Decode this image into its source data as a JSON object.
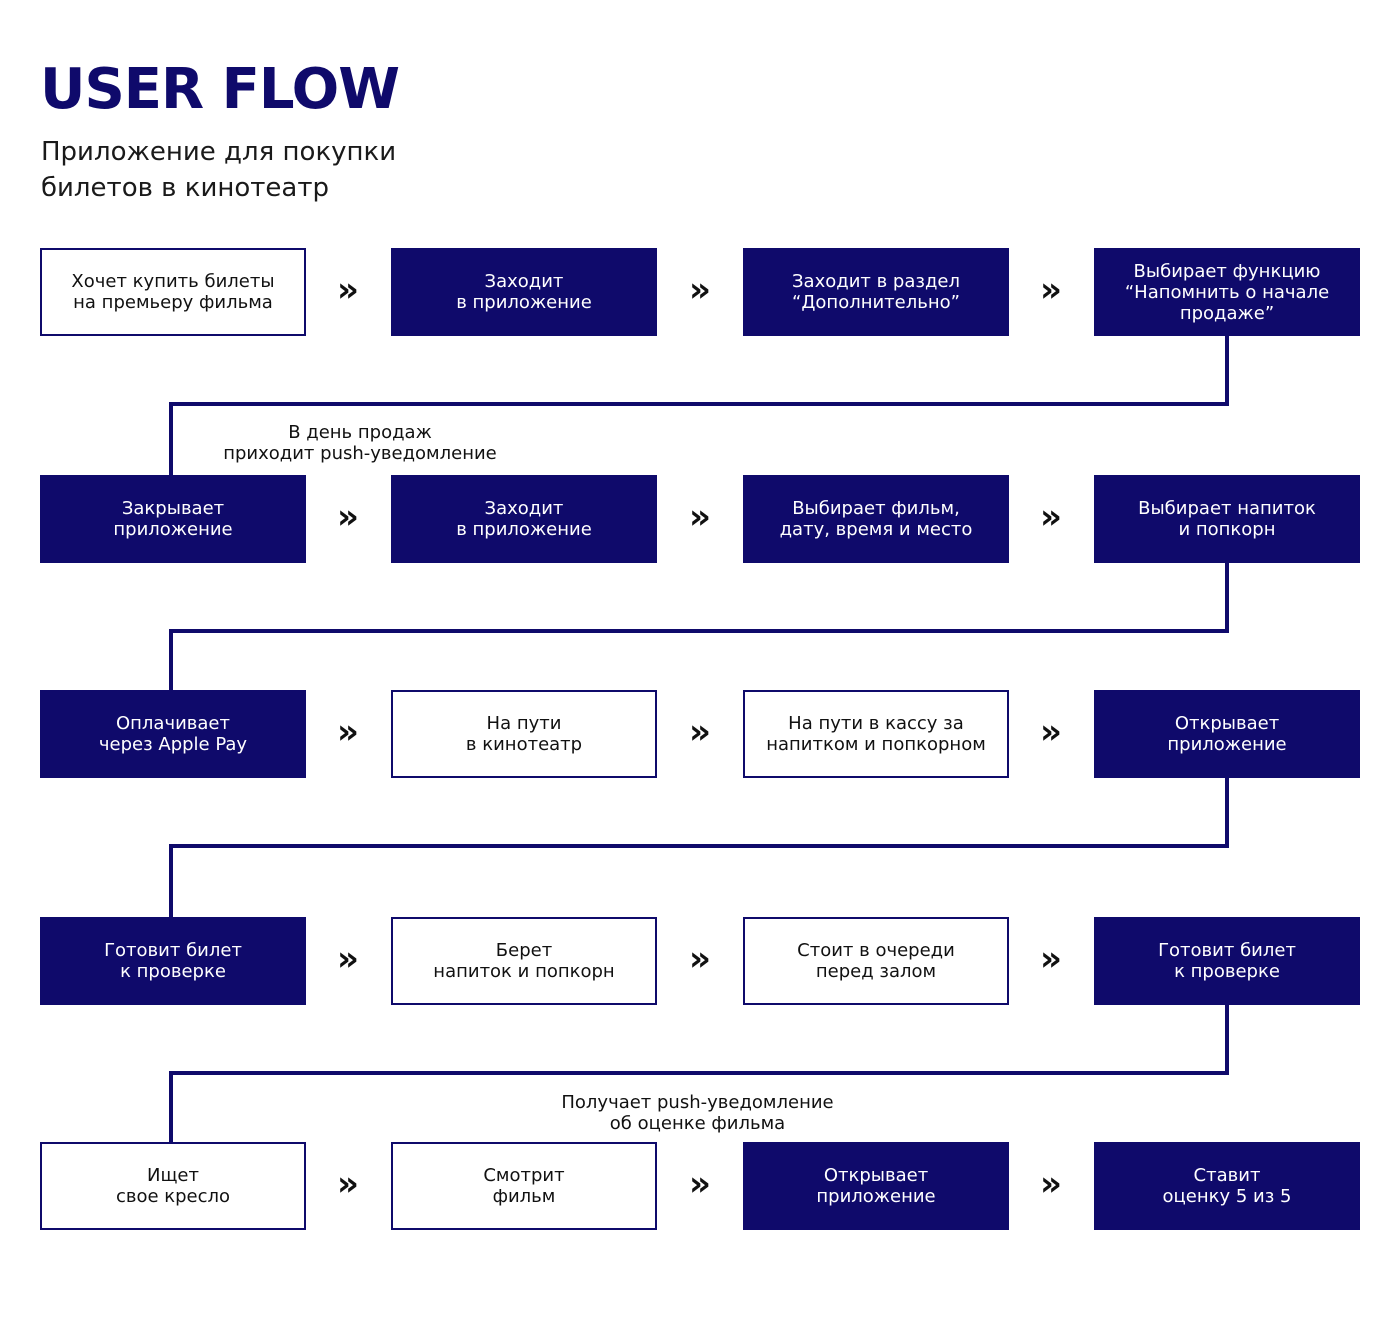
{
  "header": {
    "title": "USER FLOW",
    "subtitle": "Приложение для покупки билетов в кинотеатр"
  },
  "colors": {
    "accent": "#0f0a6b",
    "text": "#111111",
    "background": "#ffffff"
  },
  "arrow_symbol": "»",
  "rows": [
    [
      {
        "text": "Хочет купить билеты\nна премьеру фильма",
        "style": "light"
      },
      {
        "text": "Заходит\nв приложение",
        "style": "dark"
      },
      {
        "text": "Заходит в раздел\n“Дополнительно”",
        "style": "dark"
      },
      {
        "text": "Выбирает функцию\n“Напомнить о начале\nпродаже”",
        "style": "dark"
      }
    ],
    [
      {
        "text": "Закрывает\nприложение",
        "style": "dark"
      },
      {
        "text": "Заходит\nв приложение",
        "style": "dark"
      },
      {
        "text": "Выбирает фильм,\nдату, время и место",
        "style": "dark"
      },
      {
        "text": "Выбирает напиток\nи попкорн",
        "style": "dark"
      }
    ],
    [
      {
        "text": "Оплачивает\nчерез Apple Pay",
        "style": "dark"
      },
      {
        "text": "На пути\nв кинотеатр",
        "style": "light"
      },
      {
        "text": "На пути в кассу за\nнапитком и попкорном",
        "style": "light"
      },
      {
        "text": "Открывает\nприложение",
        "style": "dark"
      }
    ],
    [
      {
        "text": "Готовит билет\nк проверке",
        "style": "dark"
      },
      {
        "text": "Берет\nнапиток и попкорн",
        "style": "light"
      },
      {
        "text": "Стоит в очереди\nперед залом",
        "style": "light"
      },
      {
        "text": "Готовит билет\nк проверке",
        "style": "dark"
      }
    ],
    [
      {
        "text": "Ищет\nсвое кресло",
        "style": "light"
      },
      {
        "text": "Смотрит\nфильм",
        "style": "light"
      },
      {
        "text": "Открывает\nприложение",
        "style": "dark"
      },
      {
        "text": "Ставит\nоценку 5 из 5",
        "style": "dark"
      }
    ]
  ],
  "notes": [
    {
      "text": "В день продаж\nприходит push-уведомление"
    },
    {
      "text": "Получает push-уведомление\nоб оценке фильма"
    }
  ]
}
